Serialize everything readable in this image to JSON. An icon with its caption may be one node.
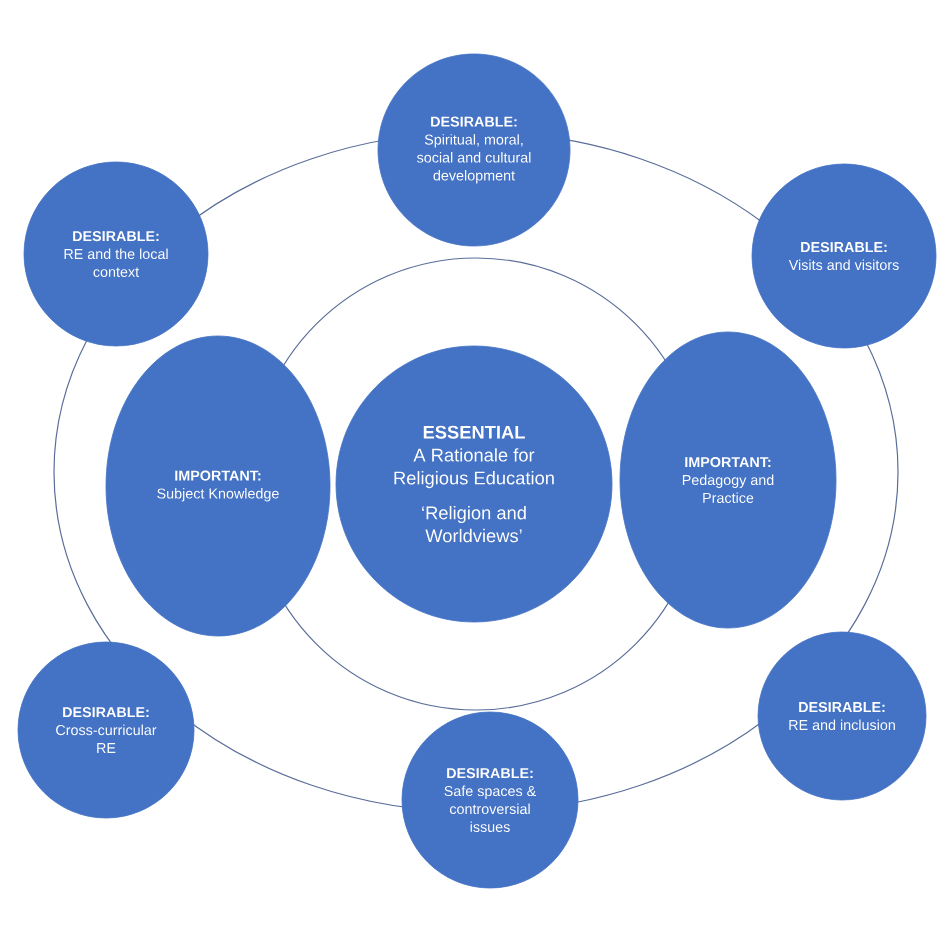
{
  "diagram": {
    "nodes": [
      {
        "text": [
          "DESIRABLE:",
          "Spiritual, moral, social and cultural development"
        ]
      },
      {
        "text": [
          "DESIRABLE:",
          "RE and the local context"
        ]
      },
      {
        "text": [
          "DESIRABLE:",
          "Visits and visitors"
        ]
      },
      {
        "text": [
          "ESSENTIAL",
          "A Rationale for Religious Education",
          "‘Religion and Worldviews’"
        ]
      },
      {
        "text": [
          "IMPORTANT:",
          "Subject Knowledge"
        ]
      },
      {
        "text": [
          "IMPORTANT:",
          "Pedagogy and Practice"
        ]
      },
      {
        "text": [
          "DESIRABLE:",
          "Cross-curricular RE"
        ]
      },
      {
        "text": [
          "DESIRABLE:",
          "Safe spaces & controversial issues"
        ]
      },
      {
        "text": [
          "DESIRABLE:",
          "RE and inclusion"
        ]
      }
    ]
  }
}
